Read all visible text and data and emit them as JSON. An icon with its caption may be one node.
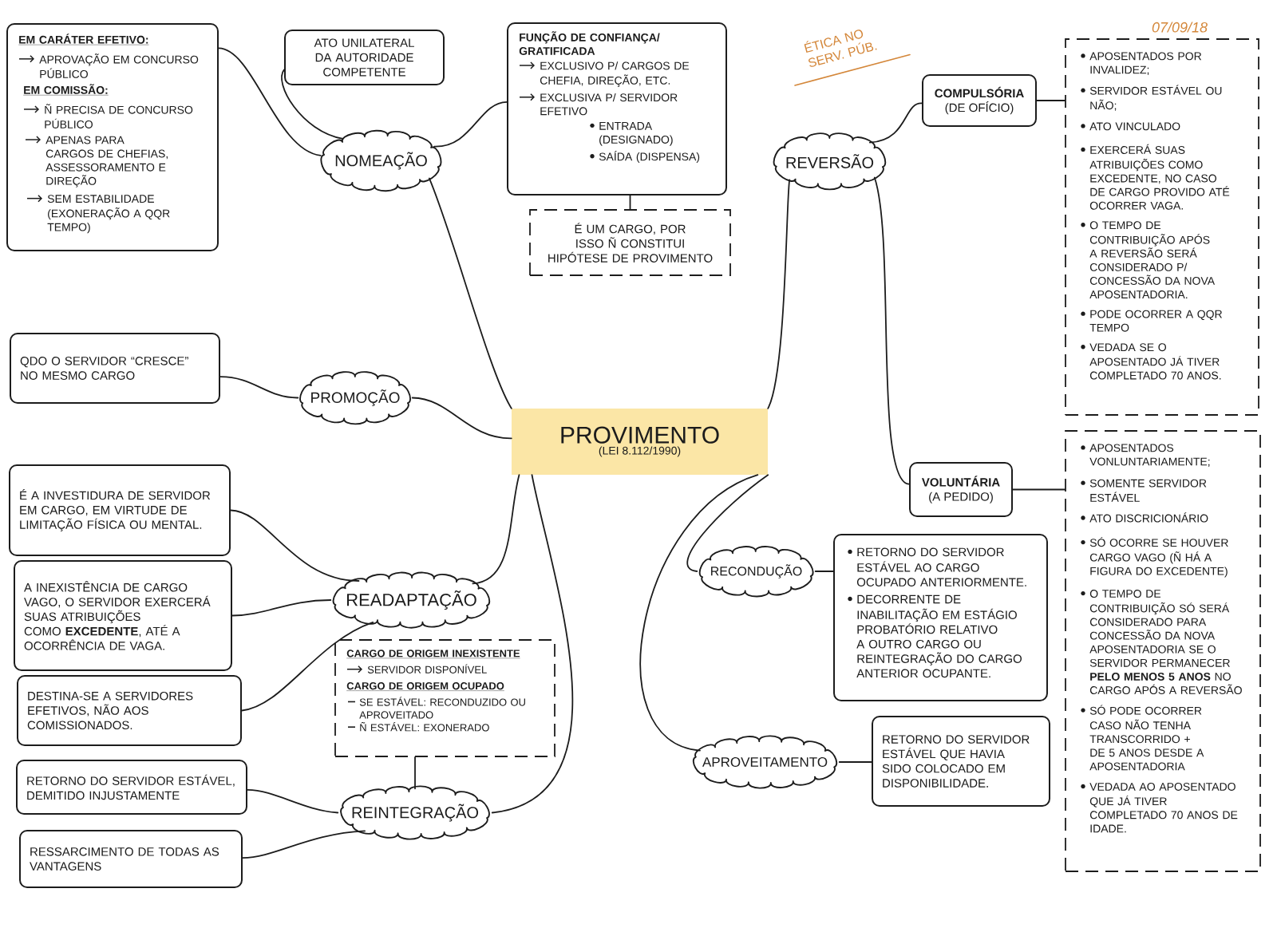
{
  "diagram": {
    "nodes": [
      {
        "text": [
          "PROVIMENTO",
          "(LEI 8.112/1990)"
        ]
      },
      {
        "text": [
          "NOMEAÇÃO"
        ]
      },
      {
        "text": [
          "EM CARÁTER EFETIVO:",
          "APROVAÇÃO EM CONCURSO PÚBLICO",
          "EM COMISSÃO:",
          "Ñ PRECISA DE CONCURSO PÚBLICO",
          "APENAS PARA CARGOS DE CHEFIAS, ASSESSORAMENTO E DIREÇÃO",
          "SEM ESTABILIDADE (EXONERAÇÃO A QQR TEMPO)"
        ]
      },
      {
        "text": [
          "ATO UNILATERAL DA AUTORIDADE COMPETENTE"
        ]
      },
      {
        "text": [
          "FUNÇÃO DE CONFIANÇA/ GRATIFICADA",
          "EXCLUSIVO P/ CARGOS DE CHEFIA, DIREÇÃO, ETC.",
          "EXCLUSIVA P/ SERVIDOR EFETIVO",
          "ENTRADA (DESIGNADO)",
          "SAÍDA (DISPENSA)"
        ]
      },
      {
        "text": [
          "É UM CARGO, POR ISSO Ñ CONSTITUI HIPÓTESE DE PROVIMENTO"
        ]
      },
      {
        "text": [
          "PROMOÇÃO"
        ]
      },
      {
        "text": [
          "QDO O SERVIDOR “CRESCE” NO MESMO CARGO"
        ]
      },
      {
        "text": [
          "READAPTAÇÃO"
        ]
      },
      {
        "text": [
          "É A INVESTIDURA DE SERVIDOR EM CARGO, EM VIRTUDE DE LIMITAÇÃO FÍSICA OU MENTAL."
        ]
      },
      {
        "text": [
          "A INEXISTÊNCIA DE CARGO VAGO, O SERVIDOR EXERCERÁ SUAS ATRIBUIÇÕES COMO **EXCEDENTE**, ATÉ A OCORRÊNCIA DE VAGA."
        ]
      },
      {
        "text": [
          "DESTINA-SE A SERVIDORES EFETIVOS, NÃO AOS COMISSIONADOS."
        ]
      },
      {
        "text": [
          "CARGO DE ORIGEM INEXISTENTE",
          "SERVIDOR DISPONÍVEL",
          "CARGO DE ORIGEM OCUPADO",
          "SE ESTÁVEL: RECONDUZIDO OU APROVEITADO",
          "Ñ ESTÁVEL: EXONERADO"
        ]
      },
      {
        "text": [
          "REINTEGRAÇÃO"
        ]
      },
      {
        "text": [
          "RETORNO DO SERVIDOR ESTÁVEL, DEMITIDO INJUSTAMENTE"
        ]
      },
      {
        "text": [
          "RESSARCIMENTO DE TODAS AS VANTAGENS"
        ]
      },
      {
        "text": [
          "REVERSÃO"
        ]
      },
      {
        "text": [
          "COMPULSÓRIA",
          "(DE OFÍCIO)"
        ]
      },
      {
        "text": [
          "APOSENTADOS POR INVALIDEZ;",
          "SERVIDOR ESTÁVEL OU NÃO;",
          "ATO VINCULADO",
          "EXERCERÁ SUAS ATRIBUIÇÕES COMO EXCEDENTE, NO CASO DE CARGO PROVIDO ATÉ OCORRER VAGA.",
          "O TEMPO DE CONTRIBUIÇÃO APÓS A REVERSÃO SERÁ CONSIDERADO P/ CONCESSÃO DA NOVA APOSENTADORIA.",
          "PODE OCORRER A QQR TEMPO",
          "VEDADA SE O APOSENTADO JÁ TIVER COMPLETADO 70 ANOS."
        ]
      },
      {
        "text": [
          "VOLUNTÁRIA",
          "(A PEDIDO)"
        ]
      },
      {
        "text": [
          "APOSENTADOS VONLUNTARIAMENTE;",
          "SOMENTE SERVIDOR ESTÁVEL",
          "ATO DISCRICIONÁRIO",
          "SÓ OCORRE SE HOUVER CARGO VAGO (Ñ HÁ A FIGURA DO EXCEDENTE)",
          "O TEMPO DE CONTRIBUIÇÃO SÓ SERÁ CONSIDERADO PARA CONCESSÃO DA NOVA APOSENTADORIA SE O SERVIDOR PERMANECER **PELO MENOS 5 ANOS** NO CARGO APÓS A REVERSÃO",
          "SÓ PODE OCORRER CASO NÃO TENHA TRANSCORRIDO + DE 5 ANOS DESDE A APOSENTADORIA",
          "VEDADA AO APOSENTADO QUE JÁ TIVER COMPLETADO 70 ANOS DE IDADE."
        ]
      },
      {
        "text": [
          "RECONDUÇÃO"
        ]
      },
      {
        "text": [
          "RETORNO DO SERVIDOR ESTÁVEL AO CARGO OCUPADO ANTERIORMENTE.",
          "DECORRENTE DE INABILITAÇÃO EM ESTÁGIO PROBATÓRIO RELATIVO A OUTRO CARGO OU REINTEGRAÇÃO DO CARGO ANTERIOR OCUPANTE."
        ]
      },
      {
        "text": [
          "APROVEITAMENTO"
        ]
      },
      {
        "text": [
          "RETORNO DO SERVIDOR ESTÁVEL QUE HAVIA SIDO COLOCADO EM DISPONIBILIDADE."
        ]
      }
    ],
    "edges": [
      {
        "from": 0,
        "to": 1,
        "arrow": "none"
      },
      {
        "from": 1,
        "to": 2,
        "arrow": "none"
      },
      {
        "from": 1,
        "to": 3,
        "arrow": "none"
      },
      {
        "from": 1,
        "to": 4,
        "arrow": "none"
      },
      {
        "from": 4,
        "to": 5,
        "arrow": "none"
      },
      {
        "from": 0,
        "to": 6,
        "arrow": "none"
      },
      {
        "from": 6,
        "to": 7,
        "arrow": "none"
      },
      {
        "from": 0,
        "to": 8,
        "arrow": "none"
      },
      {
        "from": 8,
        "to": 9,
        "arrow": "none"
      },
      {
        "from": 8,
        "to": 10,
        "arrow": "none"
      },
      {
        "from": 8,
        "to": 11,
        "arrow": "none"
      },
      {
        "from": 0,
        "to": 13,
        "arrow": "none"
      },
      {
        "from": 13,
        "to": 12,
        "arrow": "none"
      },
      {
        "from": 13,
        "to": 14,
        "arrow": "none"
      },
      {
        "from": 13,
        "to": 15,
        "arrow": "none"
      },
      {
        "from": 0,
        "to": 16,
        "arrow": "none"
      },
      {
        "from": 16,
        "to": 17,
        "arrow": "none"
      },
      {
        "from": 16,
        "to": 19,
        "arrow": "none"
      },
      {
        "from": 17,
        "to": 18,
        "arrow": "none"
      },
      {
        "from": 19,
        "to": 20,
        "arrow": "none"
      },
      {
        "from": 0,
        "to": 21,
        "arrow": "none"
      },
      {
        "from": 0,
        "to": 23,
        "arrow": "none"
      },
      {
        "from": 21,
        "to": 22,
        "arrow": "none"
      },
      {
        "from": 23,
        "to": 24,
        "arrow": "none"
      }
    ],
    "labels": [
      "ÉTICA NO SERV. PÚB.",
      "07/09/18"
    ]
  }
}
